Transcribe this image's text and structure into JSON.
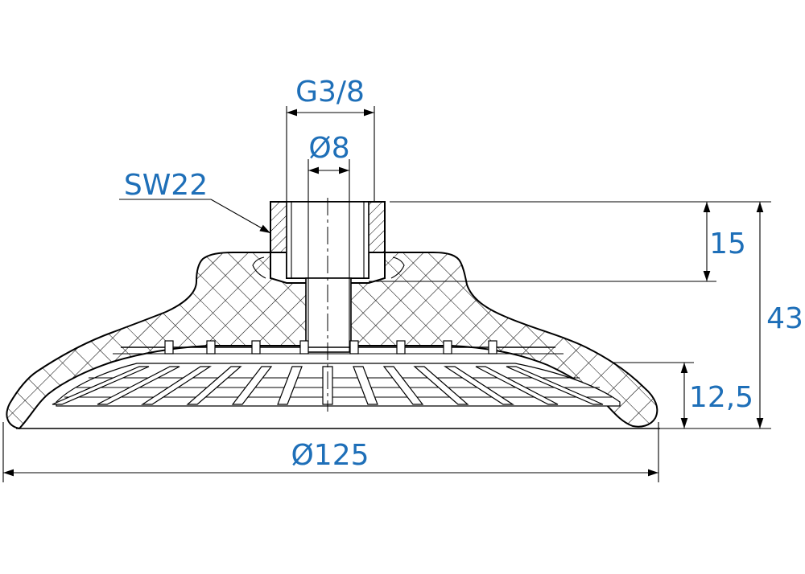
{
  "dimensions": {
    "thread": "G3/8",
    "bore": "Ø8",
    "wrench_size": "SW22",
    "fitting_height": "15",
    "total_height": "43",
    "lip_height": "12,5",
    "diameter": "Ø125"
  },
  "colors": {
    "dimension_text": "#1e6fb8",
    "line": "#000000",
    "background": "#ffffff"
  }
}
